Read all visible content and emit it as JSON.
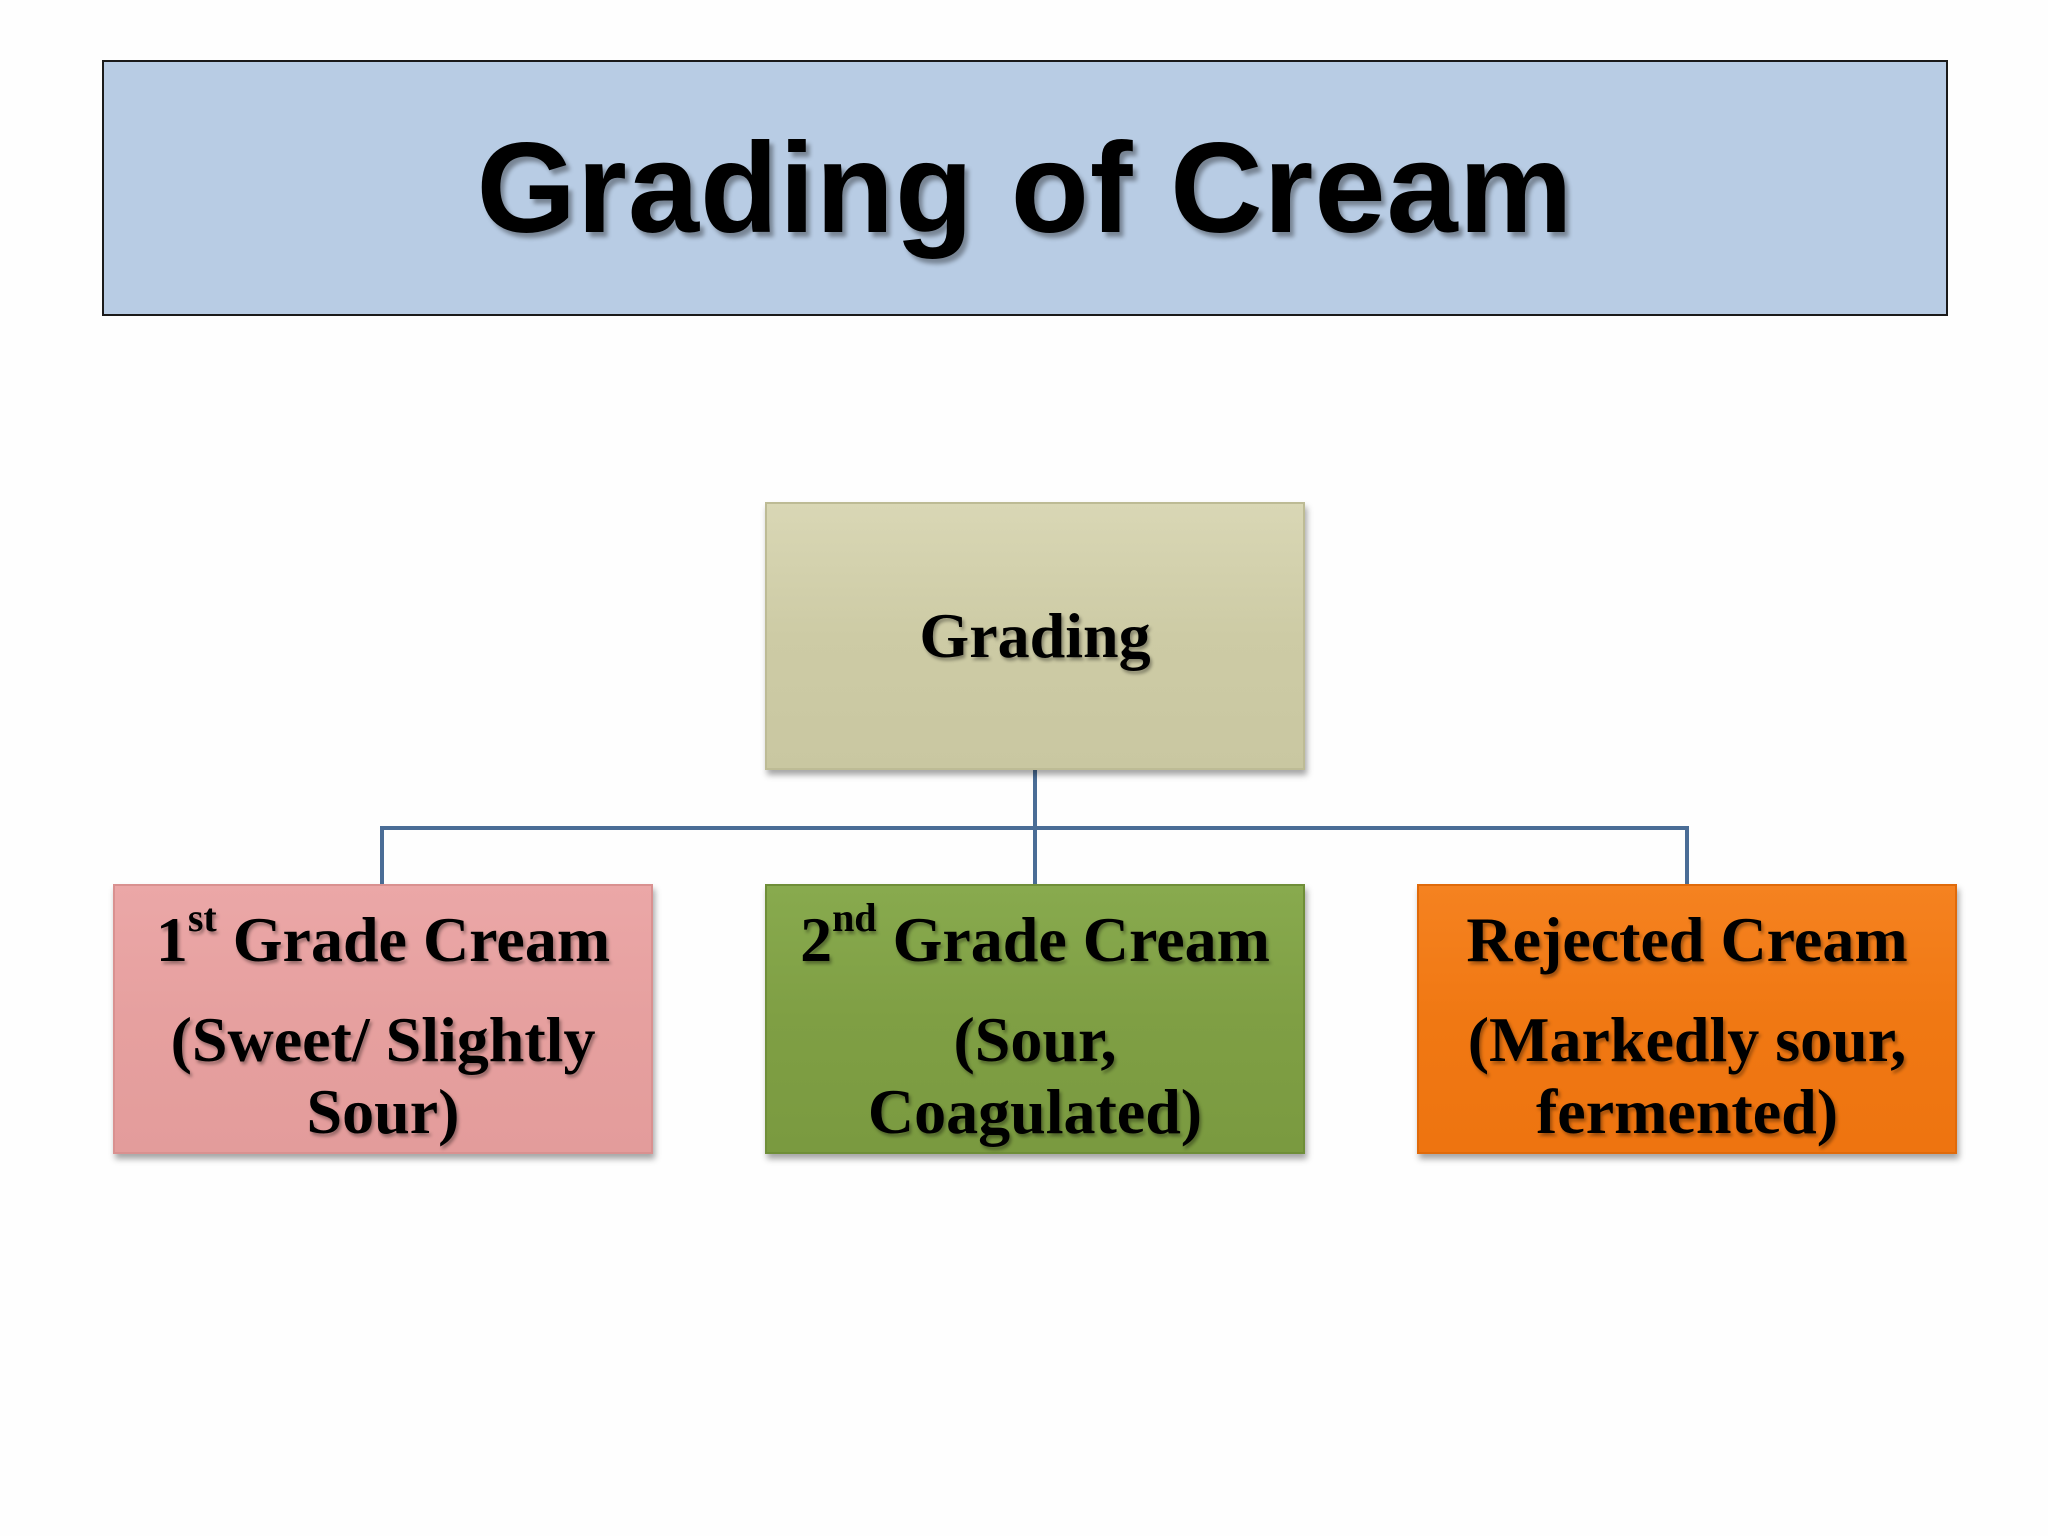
{
  "title": "Grading of Cream",
  "root": {
    "label": "Grading",
    "color": "#cdcba5"
  },
  "connector_color": "#4a6d96",
  "children": [
    {
      "number": "1",
      "superscript": "st",
      "heading_rest": " Grade Cream",
      "description": "(Sweet/ Slightly\nSour)",
      "color": "#e6a09f"
    },
    {
      "number": "2",
      "superscript": "nd",
      "heading_rest": " Grade Cream",
      "description": "(Sour,\nCoagulated)",
      "color": "#7f9f44"
    },
    {
      "heading": "Rejected Cream",
      "description": "(Markedly sour,\nfermented)",
      "color": "#f07813"
    }
  ]
}
